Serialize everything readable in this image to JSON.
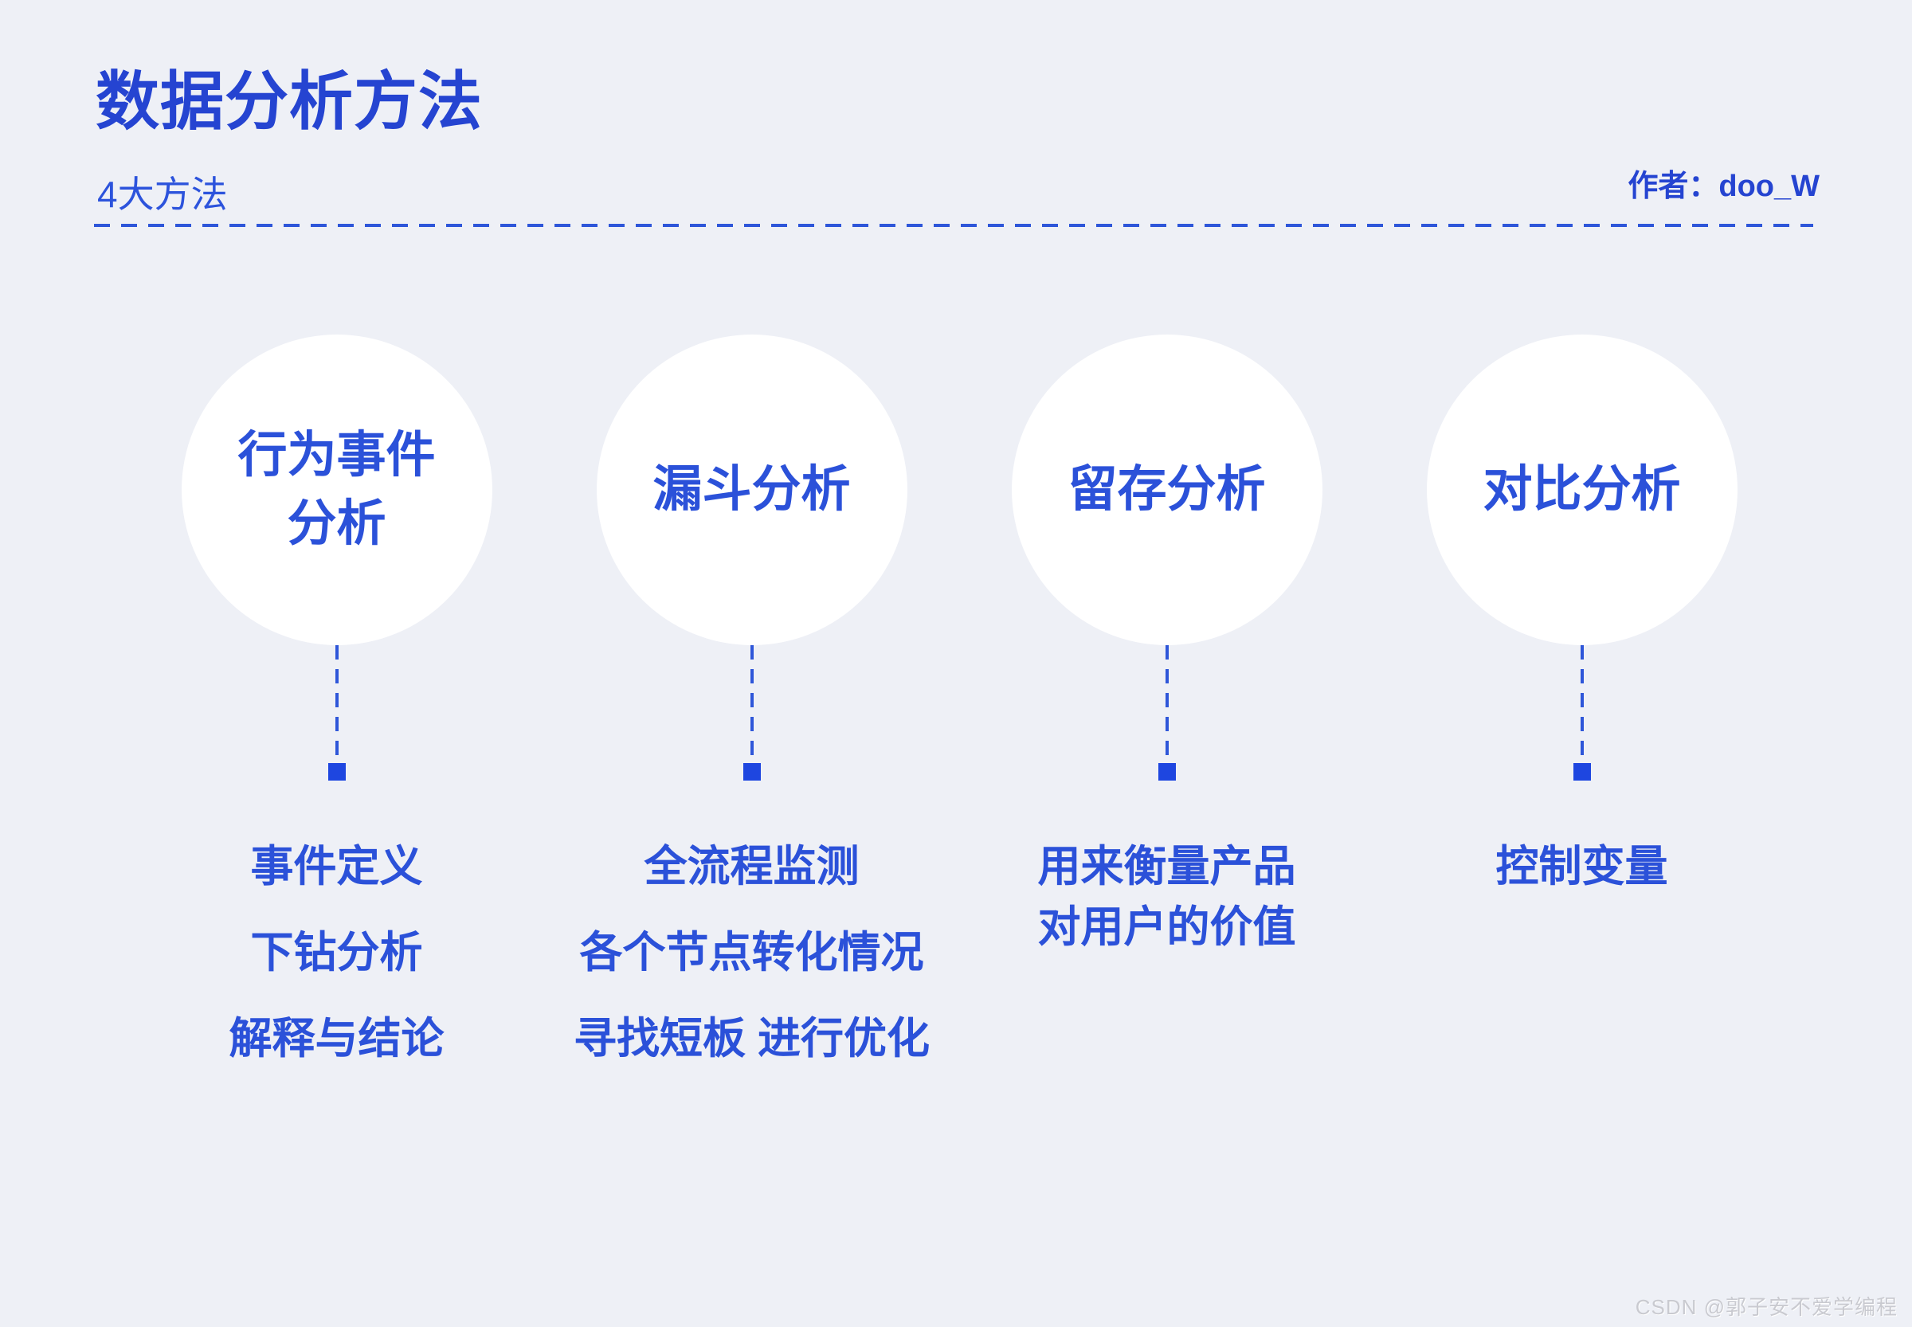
{
  "page": {
    "title": "数据分析方法",
    "subtitle": "4大方法",
    "author": "作者：doo_W",
    "watermark": "CSDN @郭子安不爱学编程"
  },
  "colors": {
    "background": "#eef0f6",
    "accent_blue": "#2b51d9",
    "title_blue": "#2544d1",
    "connector_square_blue": "#1e46e0",
    "circle_fill": "#ffffff",
    "watermark_gray": "#c9cad0"
  },
  "methods": [
    {
      "name": "行为事件分析",
      "title_lines": [
        "行为事件",
        "分析"
      ],
      "points": [
        "事件定义",
        "下钻分析",
        "解释与结论"
      ]
    },
    {
      "name": "漏斗分析",
      "title_lines": [
        "漏斗分析"
      ],
      "points": [
        "全流程监测",
        "各个节点转化情况",
        "寻找短板 进行优化"
      ]
    },
    {
      "name": "留存分析",
      "title_lines": [
        "留存分析"
      ],
      "points": [
        "用来衡量产品\n对用户的价值"
      ]
    },
    {
      "name": "对比分析",
      "title_lines": [
        "对比分析"
      ],
      "points": [
        "控制变量"
      ]
    }
  ]
}
